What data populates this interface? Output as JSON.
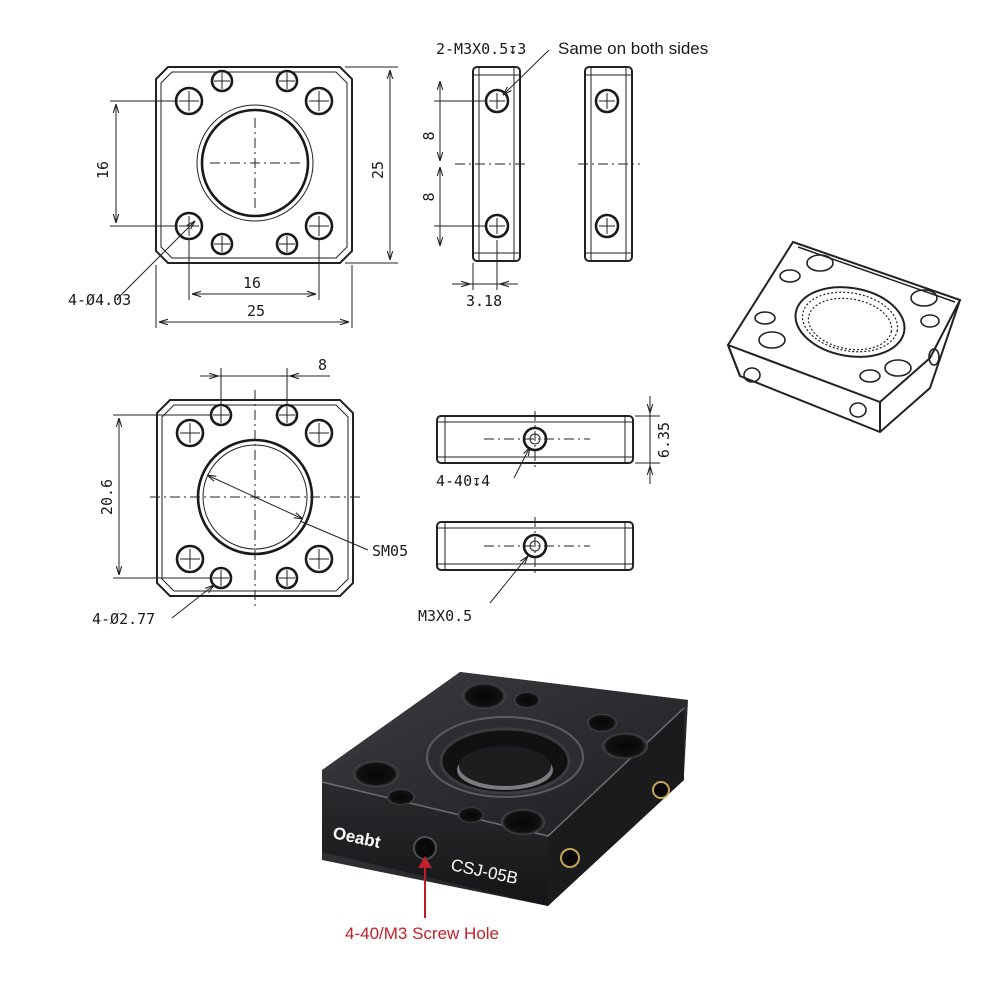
{
  "top_front": {
    "dim_height_16": "16",
    "dim_height_25": "25",
    "dim_width_16": "16",
    "dim_width_25": "25",
    "hole_callout": "4-Ø4.03"
  },
  "side_views": {
    "thread_callout": "2-M3X0.5↧3",
    "same_note": "Same on both sides",
    "dim_8_upper": "8",
    "dim_8_lower": "8",
    "dim_thickness": "3.18"
  },
  "bottom_front": {
    "dim_8": "8",
    "dim_20_6": "20.6",
    "sm05": "SM05",
    "hole_callout": "4-Ø2.77"
  },
  "edge_views": {
    "dim_6_35": "6.35",
    "callout_4_40": "4-40↧4",
    "callout_m3": "M3X0.5"
  },
  "photo": {
    "brand": "Oeabt",
    "model": "CSJ-05B",
    "screw_label": "4-40/M3 Screw Hole",
    "accent_color": "#c0202a"
  }
}
